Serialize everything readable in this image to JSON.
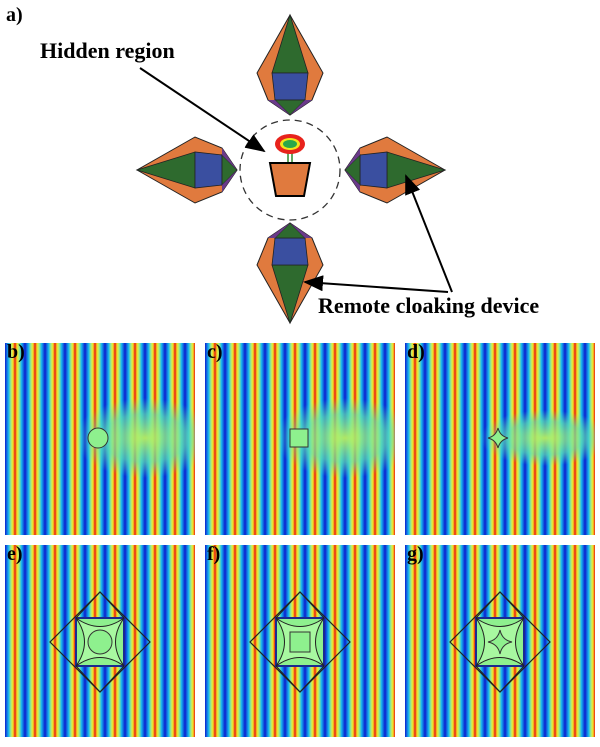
{
  "figure": {
    "panel_a": {
      "label": "a)",
      "hidden_region_label": "Hidden region",
      "device_label": "Remote cloaking device"
    },
    "panels": [
      {
        "label": "b)",
        "object": "circle",
        "cloaked": false
      },
      {
        "label": "c)",
        "object": "square",
        "cloaked": false
      },
      {
        "label": "d)",
        "object": "star",
        "cloaked": false
      },
      {
        "label": "e)",
        "object": "circle",
        "cloaked": true
      },
      {
        "label": "f)",
        "object": "square",
        "cloaked": true
      },
      {
        "label": "g)",
        "object": "star",
        "cloaked": true
      }
    ],
    "colors": {
      "orange": "#e07a3e",
      "green": "#2e6a2e",
      "blue": "#3a4fa0",
      "purple": "#6a3a8a"
    }
  }
}
